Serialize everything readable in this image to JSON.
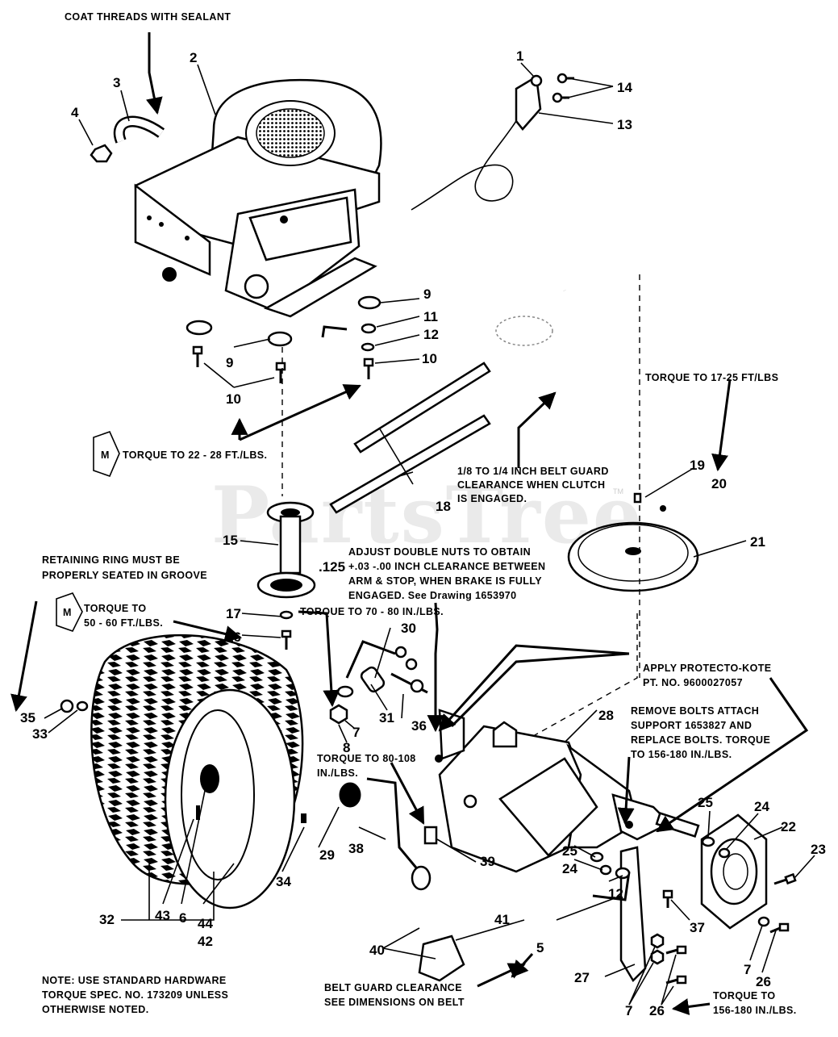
{
  "watermark": "PartsTree",
  "watermark_tm": "TM",
  "notes": {
    "coat_threads": "COAT THREADS WITH SEALANT",
    "torque_17_25": "TORQUE TO 17-25 FT/LBS",
    "torque_22_28": "TORQUE TO 22 - 28 FT./LBS.",
    "belt_guard_1": "1/8 TO 1/4 INCH BELT GUARD",
    "belt_guard_2": "CLEARANCE WHEN CLUTCH",
    "belt_guard_3": "IS ENGAGED.",
    "retaining_1": "RETAINING RING MUST BE",
    "retaining_2": "PROPERLY SEATED IN GROOVE",
    "adjust_1": "ADJUST DOUBLE NUTS TO OBTAIN",
    "adjust_2": "+.03  -.00 INCH CLEARANCE BETWEEN",
    "adjust_3": "ARM & STOP, WHEN BRAKE IS FULLY",
    "adjust_4": "ENGAGED.  See Drawing 1653970",
    "dim_125": ".125",
    "torque_50_60_a": "TORQUE TO",
    "torque_50_60_b": "50 - 60 FT./LBS.",
    "torque_70_80": "TORQUE TO 70 - 80 IN./LBS.",
    "protecto_1": "APPLY PROTECTO-KOTE",
    "protecto_2": "PT. NO. 9600027057",
    "remove_1": "REMOVE BOLTS ATTACH",
    "remove_2": "SUPPORT 1653827 AND",
    "remove_3": "REPLACE BOLTS.  TORQUE",
    "remove_4": "TO 156-180 IN./LBS.",
    "torque_80_108_a": "TORQUE TO 80-108",
    "torque_80_108_b": "IN./LBS.",
    "std_1": "NOTE: USE STANDARD HARDWARE",
    "std_2": "TORQUE SPEC. NO. 173209 UNLESS",
    "std_3": "OTHERWISE NOTED.",
    "belt_dim_1": "BELT GUARD CLEARANCE",
    "belt_dim_2": "SEE DIMENSIONS ON BELT",
    "torque_156_a": "TORQUE TO",
    "torque_156_b": "156-180 IN./LBS.",
    "m_symbol": "M"
  },
  "callouts": [
    "1",
    "2",
    "3",
    "4",
    "5",
    "6",
    "7",
    "8",
    "9",
    "10",
    "11",
    "12",
    "13",
    "14",
    "15",
    "16",
    "17",
    "18",
    "19",
    "20",
    "21",
    "22",
    "23",
    "24",
    "25",
    "26",
    "27",
    "28",
    "29",
    "30",
    "31",
    "32",
    "33",
    "34",
    "35",
    "36",
    "37",
    "38",
    "39",
    "40",
    "41",
    "42",
    "43",
    "44"
  ]
}
